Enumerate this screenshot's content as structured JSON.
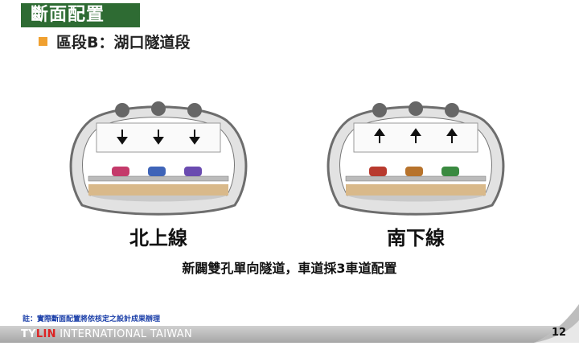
{
  "slide": {
    "title": "斷面配置",
    "subtitle": "區段B：湖口隧道段",
    "tunnels": [
      {
        "label": "北上線",
        "direction": "down",
        "car_colors": [
          "#c43a6a",
          "#3f64b8",
          "#6a4bb0"
        ]
      },
      {
        "label": "南下線",
        "direction": "up",
        "car_colors": [
          "#b83a2e",
          "#b7732c",
          "#3a8a40"
        ]
      }
    ],
    "description": "新闢雙孔單向隧道，車道採3車道配置",
    "note": "註：實際斷面配置將依核定之設計成果辦理",
    "footer": {
      "brand_ty": "TY",
      "brand_lin": "LIN",
      "company": "INTERNATIONAL TAIWAN"
    },
    "page_number": "12",
    "colors": {
      "title_bg": "#2e6b33",
      "bullet": "#f0a030",
      "lining": "#8a8a8a",
      "fill": "#d9b98a"
    }
  }
}
